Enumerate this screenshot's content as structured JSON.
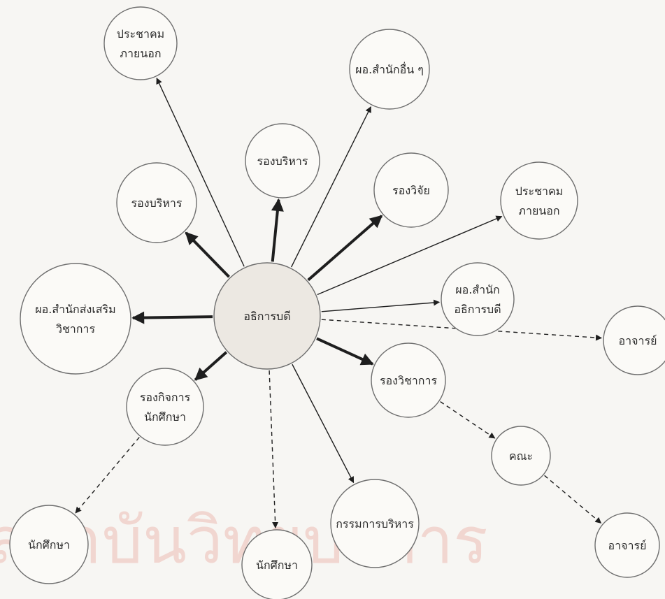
{
  "colors": {
    "background": "#f7f6f3",
    "line": "#1e1e1e",
    "circle_stroke": "#6e6e6e",
    "center_fill": "#ece8e2",
    "watermark": "#f1d6d0"
  },
  "watermark": {
    "text": "สถาบันวิทยบริการ"
  },
  "nodes": {
    "center": {
      "lines": [
        "อธิการบดี"
      ]
    },
    "community_top": {
      "lines": [
        "ประชาคม",
        "ภายนอก"
      ]
    },
    "other_offices_director": {
      "lines": [
        "ผอ.สำนักอื่น ๆ"
      ]
    },
    "vp_admin_upper": {
      "lines": [
        "รองบริหาร"
      ]
    },
    "vp_admin_left": {
      "lines": [
        "รองบริหาร"
      ]
    },
    "vp_research": {
      "lines": [
        "รองวิจัย"
      ]
    },
    "community_right": {
      "lines": [
        "ประชาคม",
        "ภายนอก"
      ]
    },
    "president_office_director": {
      "lines": [
        "ผอ.สำนัก",
        "อธิการบดี"
      ]
    },
    "academic_promotion_director": {
      "lines": [
        "ผอ.สำนักส่งเสริม",
        "วิชาการ"
      ]
    },
    "lecturer_right": {
      "lines": [
        "อาจารย์"
      ]
    },
    "vp_academic": {
      "lines": [
        "รองวิชาการ"
      ]
    },
    "vp_student_affairs": {
      "lines": [
        "รองกิจการ",
        "นักศึกษา"
      ]
    },
    "faculty": {
      "lines": [
        "คณะ"
      ]
    },
    "lecturer_bottom": {
      "lines": [
        "อาจารย์"
      ]
    },
    "executive_committee": {
      "lines": [
        "กรรมการบริหาร"
      ]
    },
    "student_center": {
      "lines": [
        "นักศึกษา"
      ]
    },
    "student_left": {
      "lines": [
        "นักศึกษา"
      ]
    }
  },
  "edges": [
    {
      "from": "center",
      "to": "community_top",
      "style": "thin"
    },
    {
      "from": "center",
      "to": "other_offices_director",
      "style": "thin"
    },
    {
      "from": "center",
      "to": "vp_admin_upper",
      "style": "thick"
    },
    {
      "from": "center",
      "to": "vp_admin_left",
      "style": "thick"
    },
    {
      "from": "center",
      "to": "vp_research",
      "style": "thick"
    },
    {
      "from": "center",
      "to": "community_right",
      "style": "thin"
    },
    {
      "from": "center",
      "to": "president_office_director",
      "style": "thin"
    },
    {
      "from": "center",
      "to": "academic_promotion_director",
      "style": "thick"
    },
    {
      "from": "center",
      "to": "lecturer_right",
      "style": "dashed"
    },
    {
      "from": "center",
      "to": "vp_academic",
      "style": "thick"
    },
    {
      "from": "center",
      "to": "vp_student_affairs",
      "style": "thick"
    },
    {
      "from": "center",
      "to": "executive_committee",
      "style": "thin"
    },
    {
      "from": "center",
      "to": "student_center",
      "style": "dashed"
    },
    {
      "from": "vp_student_affairs",
      "to": "student_left",
      "style": "dashed"
    },
    {
      "from": "vp_academic",
      "to": "faculty",
      "style": "dashed"
    },
    {
      "from": "faculty",
      "to": "lecturer_bottom",
      "style": "dashed"
    }
  ]
}
